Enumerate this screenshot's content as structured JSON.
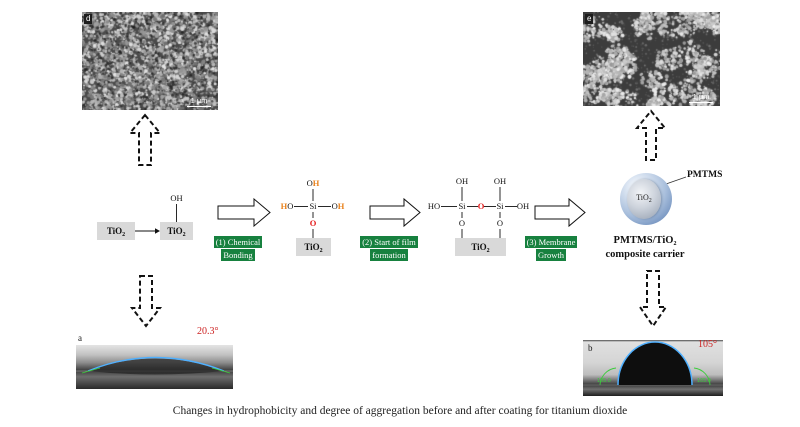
{
  "sem": {
    "before": {
      "label": "d",
      "scale": "1 μm"
    },
    "after": {
      "label": "e",
      "scale": "1 μm"
    }
  },
  "chem": {
    "tio2": {
      "base": "TiO",
      "sub": "2"
    },
    "oh": "OH",
    "ho": "HO",
    "si": "Si",
    "o": "O",
    "h": "H"
  },
  "steps": [
    {
      "line1": "(1) Chemical",
      "line2": "Bonding"
    },
    {
      "line1": "(2) Start of film",
      "line2": "formation"
    },
    {
      "line1": "(3) Membrane",
      "line2": "Growth"
    }
  ],
  "carrier": {
    "shell": "PMTMS",
    "name": {
      "base": "PMTMS/TiO",
      "sub": "2",
      "line2": "composite carrier"
    }
  },
  "contact_angle": {
    "before": {
      "label": "a",
      "angle": "20.3°"
    },
    "after": {
      "label": "b",
      "angle": "105°",
      "fit_left": "105.0",
      "fit_right": "105.0"
    }
  },
  "caption": "Changes in hydrophobicity and degree of aggregation before and after coating for titanium dioxide",
  "colors": {
    "step_green": "#17813f",
    "hydrogen": "#e8801a",
    "oxygen_red": "#e51b1b",
    "angle_red": "#cc1f1f",
    "fit_outline": "#4fb0ff",
    "tangent_green": "#3ccd3c",
    "tio2_box": "#d9d9d9"
  }
}
